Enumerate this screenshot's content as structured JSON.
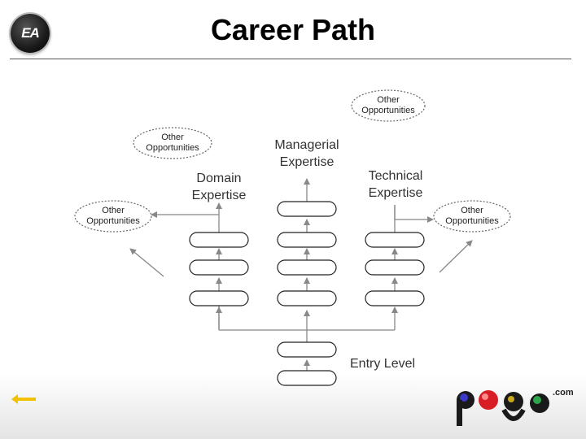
{
  "slide": {
    "title": "Career Path",
    "logo_text": "EA"
  },
  "diagram": {
    "track_labels": {
      "domain": [
        "Domain",
        "Expertise"
      ],
      "managerial": [
        "Managerial",
        "Expertise"
      ],
      "technical": [
        "Technical",
        "Expertise"
      ],
      "entry": "Entry Level"
    },
    "clouds": [
      {
        "id": "top-right",
        "lines": [
          "Other",
          "Opportunities"
        ]
      },
      {
        "id": "top-left",
        "lines": [
          "Other",
          "Opportunities"
        ]
      },
      {
        "id": "mid-left",
        "lines": [
          "Other",
          "Opportunities"
        ]
      },
      {
        "id": "mid-right",
        "lines": [
          "Other",
          "Opportunities"
        ]
      }
    ]
  },
  "footer": {
    "back_arrow_icon": "left-arrow-icon",
    "brand_logo": "pogo",
    "brand_suffix": ".com"
  },
  "colors": {
    "box_stroke": "#222222",
    "line": "#888888",
    "back_arrow": "#f2c200"
  }
}
